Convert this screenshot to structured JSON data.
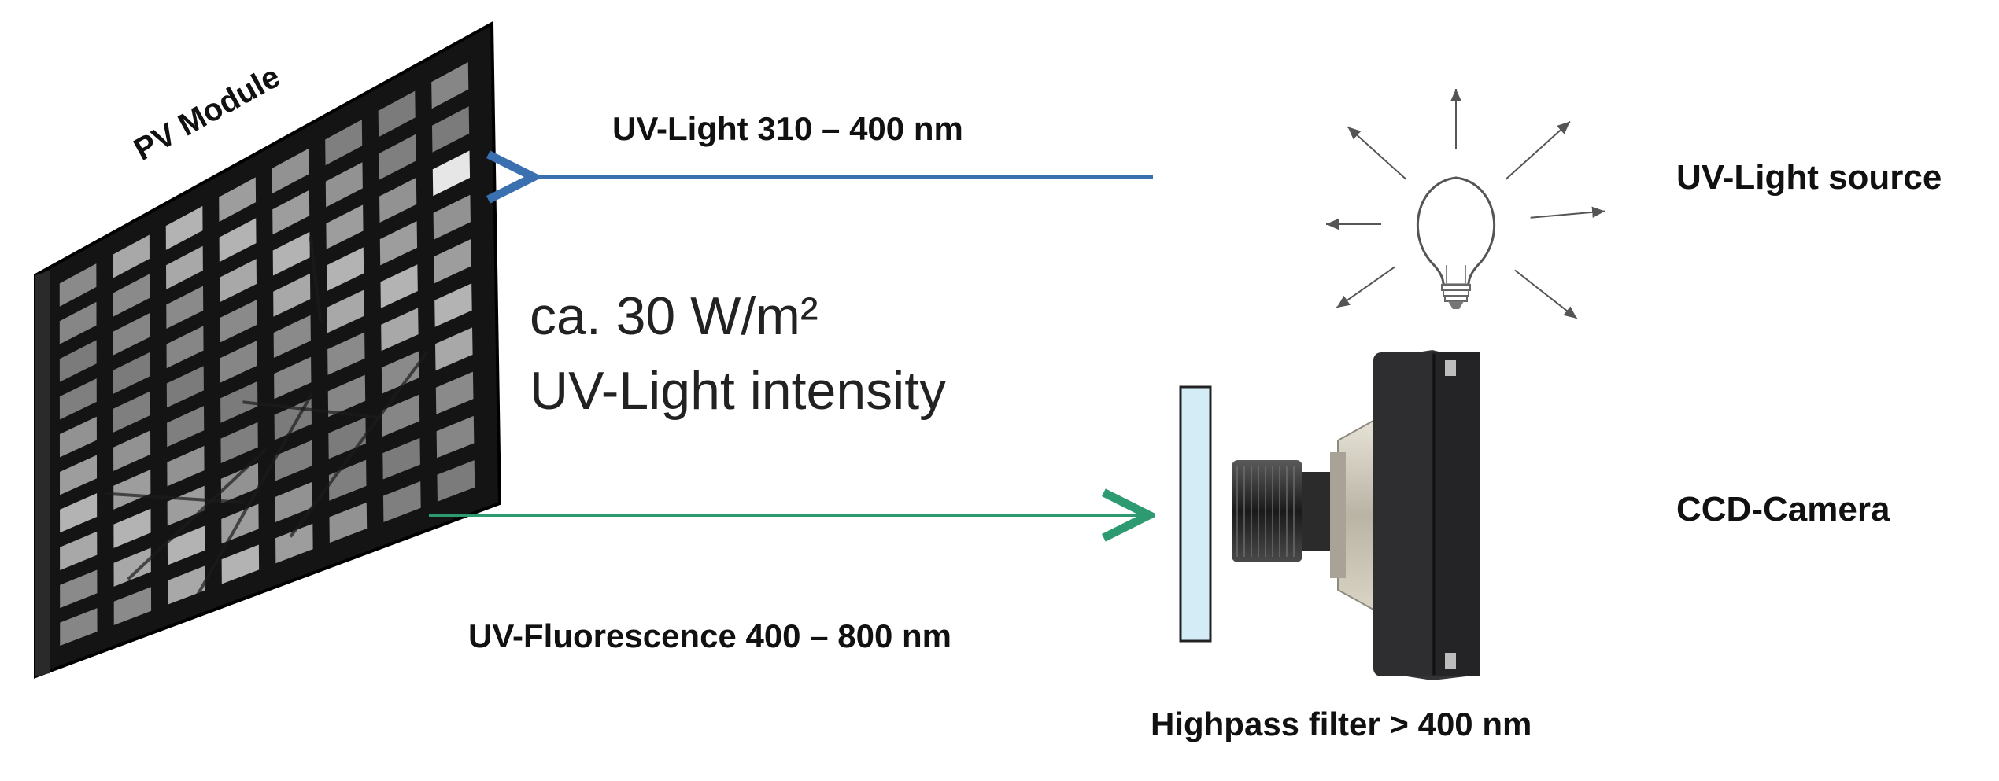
{
  "labels": {
    "pv_module": "PV Module",
    "uv_light": "UV-Light 310 – 400 nm",
    "intensity_value": "ca. 30 W/m²",
    "intensity_caption": "UV-Light intensity",
    "uv_source": "UV-Light source",
    "ccd_camera": "CCD-Camera",
    "fluorescence": "UV-Fluorescence 400 – 800 nm",
    "highpass": "Highpass filter > 400 nm"
  },
  "colors": {
    "uv_arrow": "#3a6fb0",
    "fluorescence_arrow": "#2e9a72",
    "filter_fill": "#d3ecf6",
    "module_frame": "#141414",
    "camera_body": "#2d2d2f"
  },
  "icons": {
    "source": "light-bulb-icon",
    "camera": "ccd-camera-icon",
    "filter": "highpass-filter-icon",
    "module": "pv-module-icon"
  }
}
